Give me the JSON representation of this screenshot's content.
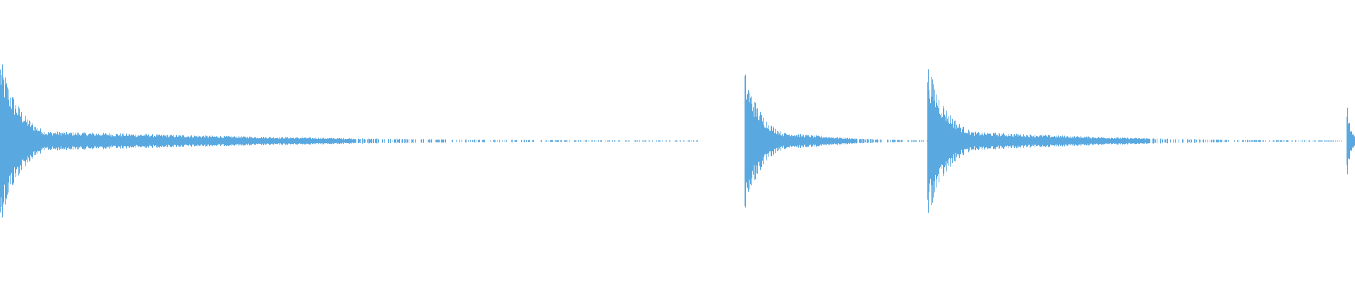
{
  "waveform": {
    "color": "#5aa8e0",
    "background": "#ffffff",
    "duration_fraction_markers": "none",
    "transients": [
      {
        "name": "transient-1",
        "onset": 0.0,
        "peak_amplitude": 0.6,
        "decay_length": 0.035,
        "tail_length": 0.48
      },
      {
        "name": "transient-2",
        "onset": 0.549,
        "peak_amplitude": 0.52,
        "decay_length": 0.03,
        "tail_length": 0.12
      },
      {
        "name": "transient-3",
        "onset": 0.684,
        "peak_amplitude": 0.57,
        "decay_length": 0.035,
        "tail_length": 0.28
      },
      {
        "name": "transient-4",
        "onset": 0.9935,
        "peak_amplitude": 0.33,
        "decay_length": 0.006,
        "tail_length": 0.006
      }
    ],
    "noise_floor_amplitude": 0.008
  }
}
